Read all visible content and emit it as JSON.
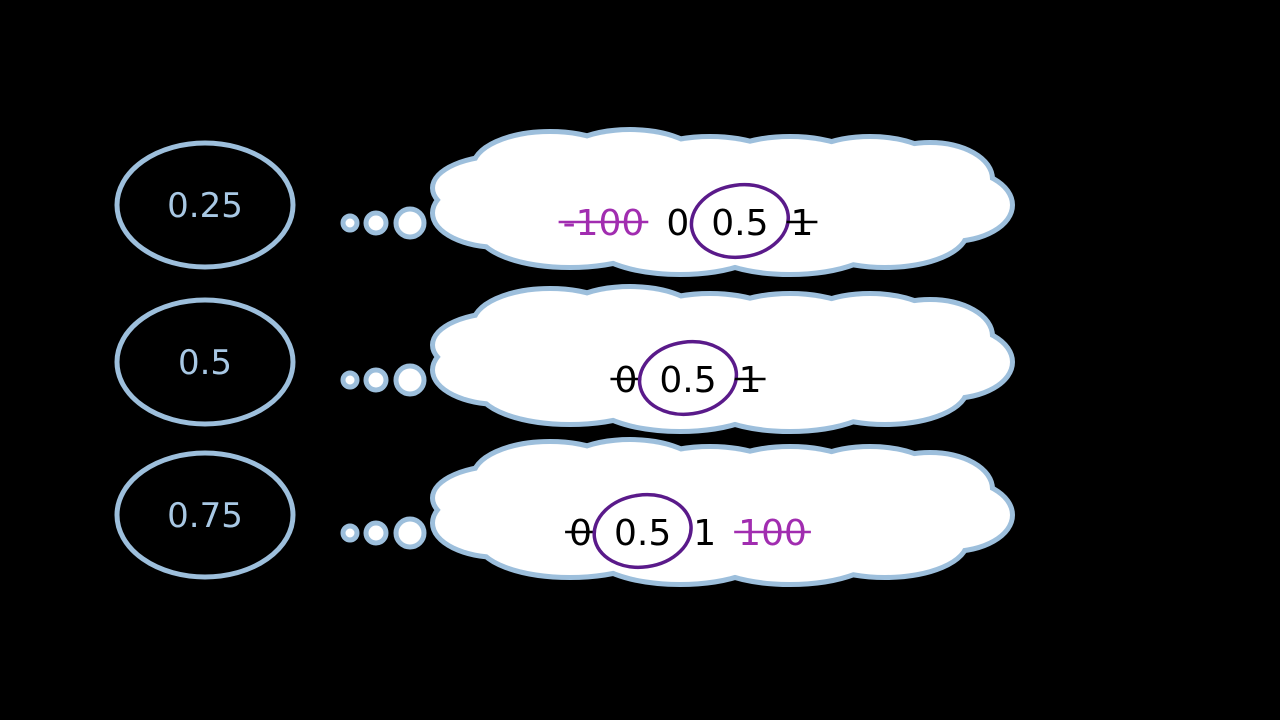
{
  "colors": {
    "background": "#000000",
    "outline": "#9dbfdc",
    "cloud_fill": "#ffffff",
    "circle_ink": "#5a1a8a",
    "strike_purple": "#a12db0",
    "text_black": "#000000"
  },
  "rows": [
    {
      "oval_label": "0.25",
      "tokens": [
        {
          "text": "-100",
          "color": "purple",
          "struck": true
        },
        {
          "text": "0",
          "color": "black",
          "struck": false
        },
        {
          "text": "0.5",
          "color": "black",
          "struck": false,
          "circled": true
        },
        {
          "text": "1",
          "color": "black",
          "struck": true
        }
      ]
    },
    {
      "oval_label": "0.5",
      "tokens": [
        {
          "text": "0",
          "color": "black",
          "struck": true
        },
        {
          "text": "0.5",
          "color": "black",
          "struck": false,
          "circled": true
        },
        {
          "text": "1",
          "color": "black",
          "struck": true
        }
      ]
    },
    {
      "oval_label": "0.75",
      "tokens": [
        {
          "text": "0",
          "color": "black",
          "struck": true
        },
        {
          "text": "0.5",
          "color": "black",
          "struck": false,
          "circled": true
        },
        {
          "text": "1",
          "color": "black",
          "struck": false
        },
        {
          "text": "100",
          "color": "purple",
          "struck": true
        }
      ]
    }
  ]
}
